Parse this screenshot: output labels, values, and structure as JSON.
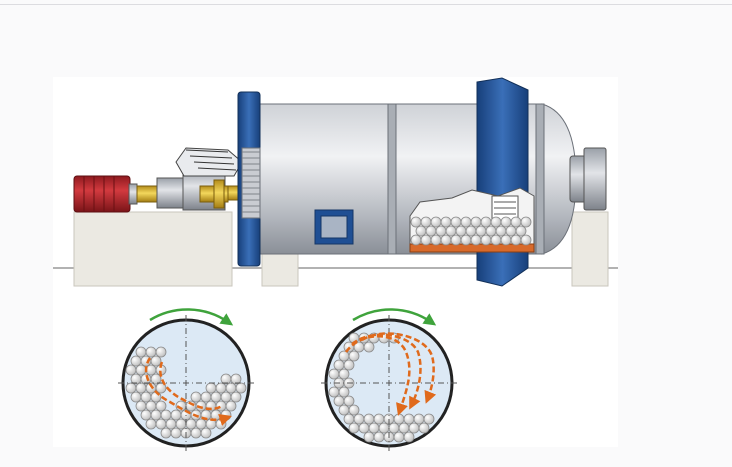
{
  "image": {
    "description_ref": "ball-mill",
    "colors": {
      "background": "#fafafb",
      "panel": "#ffffff",
      "drum_light": "#e4e6ea",
      "drum_mid": "#b9bdc4",
      "drum_dark": "#7e838b",
      "blue_accent": "#1f4f94",
      "blue_light": "#3a6fb8",
      "motor_red": "#b8262b",
      "gear_yellow": "#e8c640",
      "foundation": "#ebe9e2",
      "foundation_edge": "#c9c6bc",
      "ball_fill": "#eeeeee",
      "ball_edge": "#888888",
      "liner_orange": "#d86a2b",
      "trajectory_orange": "#e06a1c",
      "rotation_green": "#3fa33c",
      "circle_bg": "#dce9f5",
      "axis_dash": "#555555"
    }
  },
  "cross_sections": [
    {
      "name": "cascading",
      "rotation": "clockwise"
    },
    {
      "name": "cataracting",
      "rotation": "clockwise"
    }
  ]
}
